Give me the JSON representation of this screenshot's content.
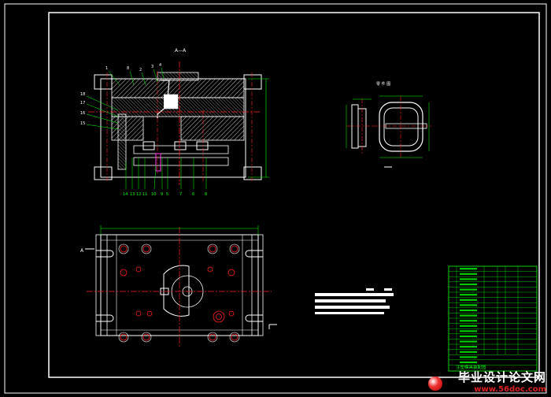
{
  "section_label": "A—A",
  "view_label_a": "A",
  "part_label": "零 件 图",
  "table_title": "注塑模具装配图",
  "callouts_top": [
    "1",
    "8",
    "2",
    "3",
    "4"
  ],
  "callouts_left": [
    "18",
    "17",
    "16",
    "15"
  ],
  "callouts_bottom": [
    "14",
    "13",
    "12",
    "11",
    "10",
    "9",
    "5",
    "7",
    "6",
    "8"
  ],
  "watermark": {
    "text": "毕业设计论文网",
    "url": "www.56doc.com"
  },
  "colors": {
    "background": "#000000",
    "line": "#ffffff",
    "dim": "#00ff00",
    "red": "#ff2020",
    "hatch": "#c0c0c0"
  }
}
